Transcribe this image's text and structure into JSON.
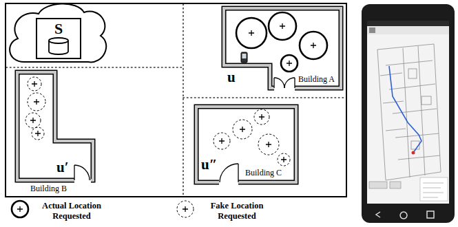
{
  "diagram": {
    "nodes": [
      {
        "text": [
          "S"
        ]
      },
      {
        "text": [
          "u",
          "Building A"
        ]
      },
      {
        "text": [
          "u′",
          "Building B"
        ]
      },
      {
        "text": [
          "u″",
          "Building C"
        ]
      }
    ],
    "legend": [
      {
        "text": "Actual Location Requested"
      },
      {
        "text": "Fake Location Requested"
      }
    ]
  }
}
